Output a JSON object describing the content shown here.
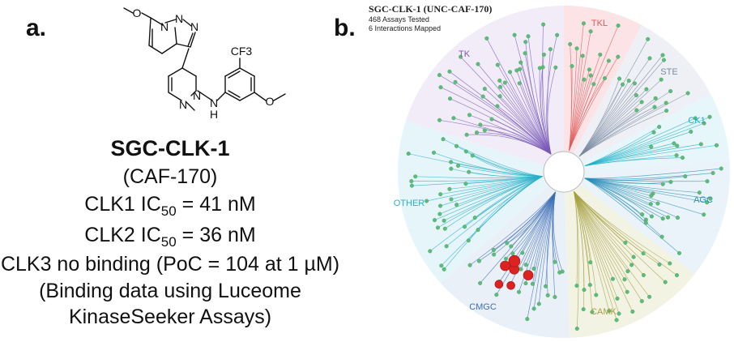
{
  "panel_a": {
    "letter": "a.",
    "atoms": {
      "n1": "N",
      "n2": "N",
      "n3": "N",
      "n4": "N",
      "n5": "N",
      "nh": "H",
      "nh_n": "N",
      "cf3": "CF3",
      "o1": "O",
      "o2": "O"
    },
    "compound_name": "SGC-CLK-1",
    "compound_alias": "(CAF-170)",
    "clk1": {
      "pre": "CLK1 IC",
      "sub": "50",
      "post": " = 41 nM"
    },
    "clk2": {
      "pre": "CLK2 IC",
      "sub": "50",
      "post": " = 36 nM"
    },
    "clk3": "CLK3 no binding (PoC = 104 at 1 µM)",
    "binding_line1": "(Binding data using Luceome",
    "binding_line2": "KinaseSeeker Assays)"
  },
  "panel_b": {
    "letter": "b.",
    "title": "SGC-CLK-1 (UNC-CAF-170)",
    "assays_tested": "468 Assays Tested",
    "interactions_mapped": "6 Interactions Mapped",
    "groups": [
      {
        "label": "TKL",
        "color": "#e05a5a",
        "bg": "#fbe3e6"
      },
      {
        "label": "STE",
        "color": "#7a8aa0",
        "bg": "#eef0f5"
      },
      {
        "label": "CK1",
        "color": "#19b0c8",
        "bg": "#e6f6fa"
      },
      {
        "label": "AGC",
        "color": "#2a8fb8",
        "bg": "#e9f3f9"
      },
      {
        "label": "CAMK",
        "color": "#a6a040",
        "bg": "#f3f3e4"
      },
      {
        "label": "CMGC",
        "color": "#3d6fb5",
        "bg": "#eaf0f8"
      },
      {
        "label": "OTHER",
        "color": "#2ab0c8",
        "bg": "#e6f5fa"
      },
      {
        "label": "TK",
        "color": "#7a5ab8",
        "bg": "#f1ecf8"
      }
    ],
    "colors": {
      "kinase_dot": "#5cbd7a",
      "hit_dot": "#dd2222"
    }
  }
}
